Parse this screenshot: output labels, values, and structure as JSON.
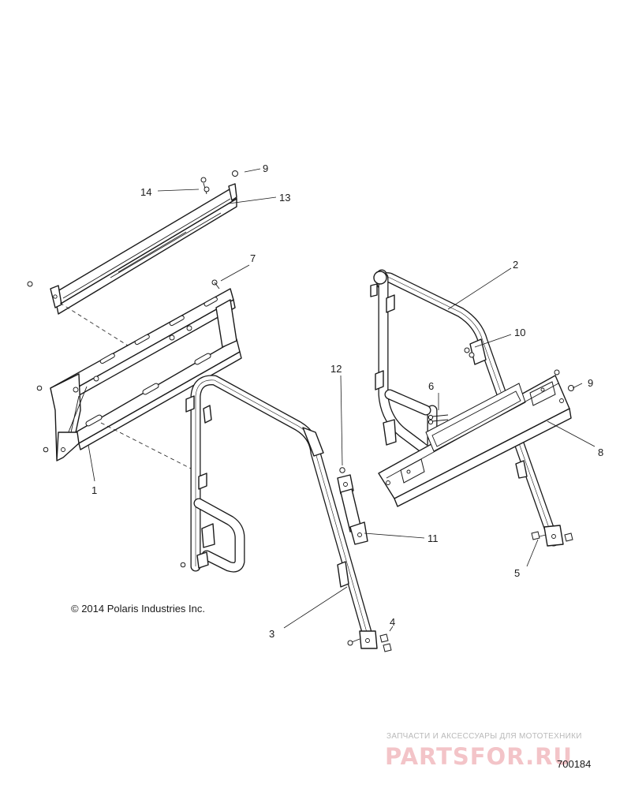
{
  "diagram": {
    "callouts": [
      {
        "id": "1",
        "label": "1"
      },
      {
        "id": "2",
        "label": "2"
      },
      {
        "id": "3",
        "label": "3"
      },
      {
        "id": "4",
        "label": "4"
      },
      {
        "id": "5",
        "label": "5"
      },
      {
        "id": "6",
        "label": "6"
      },
      {
        "id": "7",
        "label": "7"
      },
      {
        "id": "8",
        "label": "8"
      },
      {
        "id": "9a",
        "label": "9"
      },
      {
        "id": "9b",
        "label": "9"
      },
      {
        "id": "10",
        "label": "10"
      },
      {
        "id": "11",
        "label": "11"
      },
      {
        "id": "12",
        "label": "12"
      },
      {
        "id": "13",
        "label": "13"
      },
      {
        "id": "14",
        "label": "14"
      }
    ],
    "copyright": "© 2014 Polaris Industries Inc.",
    "watermark_caption": "ЗАПЧАСТИ И АКСЕССУАРЫ ДЛЯ МОТОТЕХНИКИ",
    "watermark_logo": "PARTSFOR.RU",
    "diagram_number": "700184"
  }
}
